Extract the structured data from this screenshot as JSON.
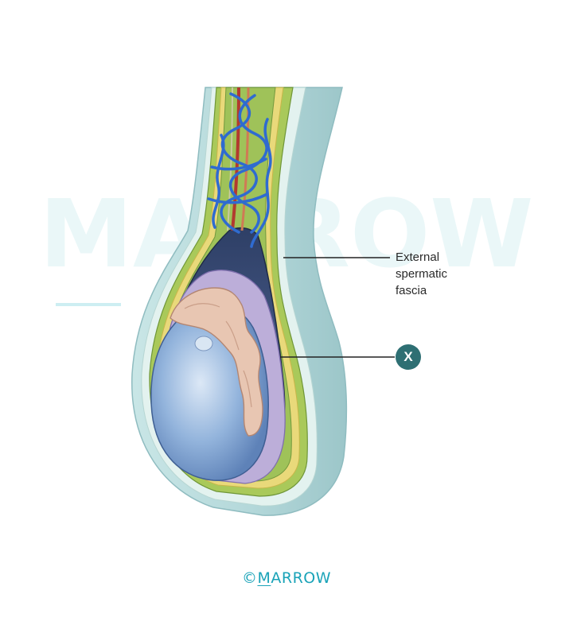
{
  "labels": {
    "external_spermatic_fascia": "External\nspermatic\nfascia",
    "x_marker": "X"
  },
  "watermark": {
    "text": "MARROW",
    "logo_text": "©MARROW"
  },
  "colors": {
    "badge": "#2e6f73",
    "watermark": "#1aa3b8",
    "skin_layer": "#b9dcdd",
    "fascia_green": "#9ec24e",
    "vein_blue": "#2f6bd0",
    "testis_blue": "#8fb2d8",
    "epididymis": "#e6c3b0",
    "tunica_purple": "#b7a8d6"
  }
}
